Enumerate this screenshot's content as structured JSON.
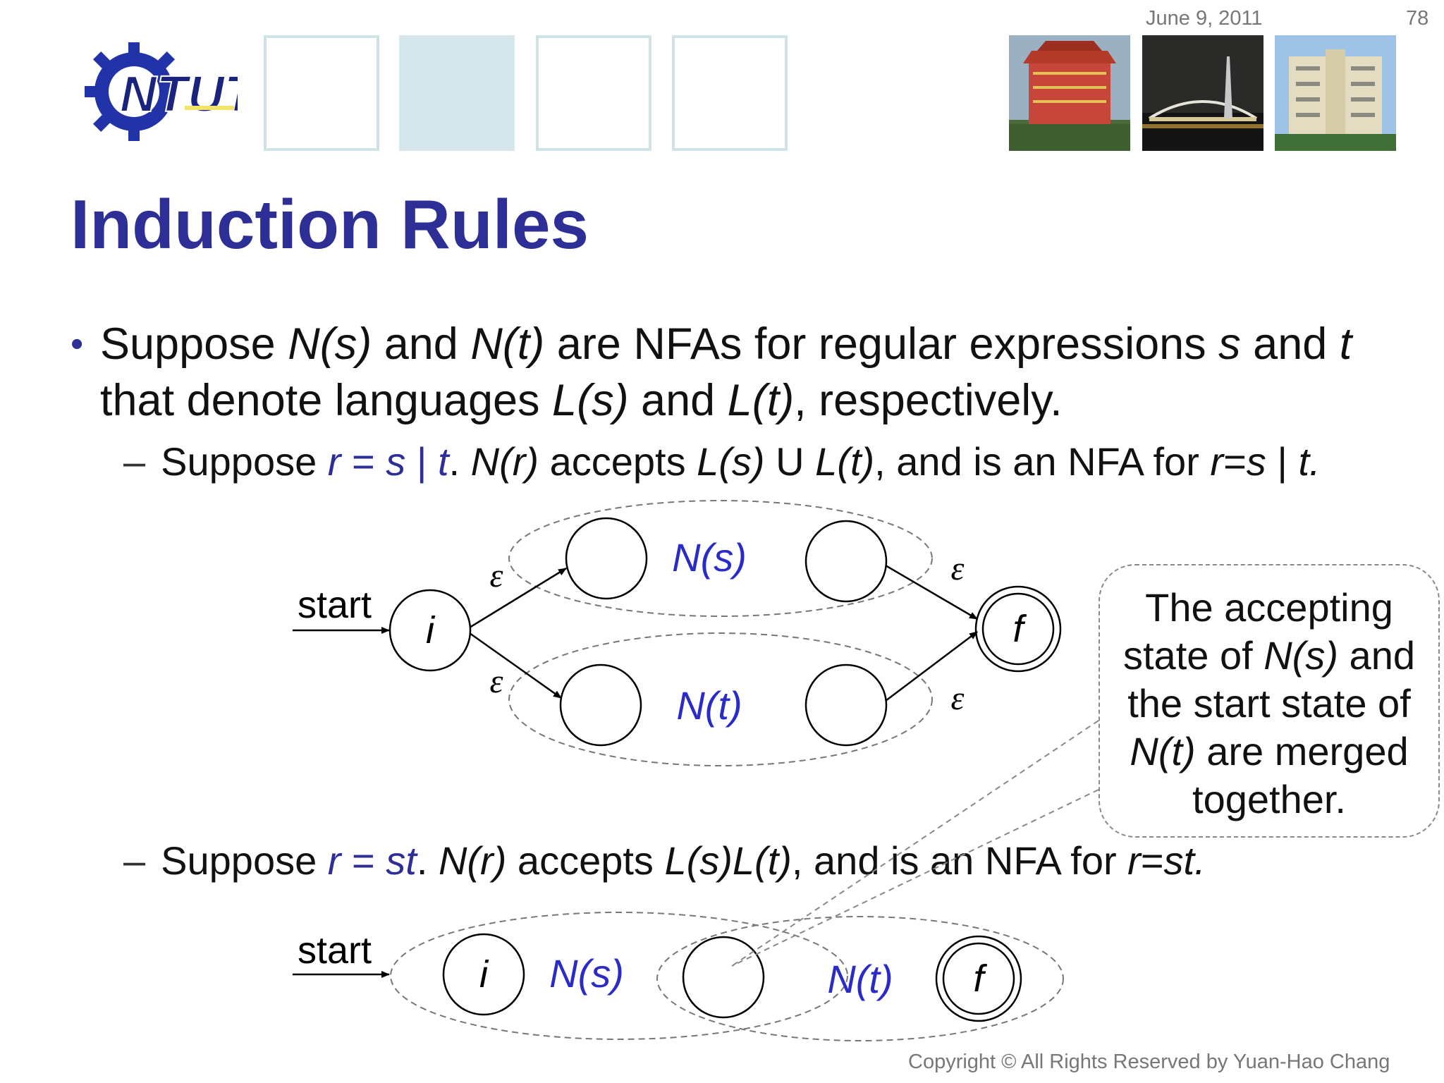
{
  "header": {
    "date": "June 9, 2011",
    "page_number": "78"
  },
  "logo": {
    "text": "NTUT",
    "icon": "gear-icon"
  },
  "title": "Induction Rules",
  "bullet": {
    "parts": [
      {
        "t": "Suppose ",
        "s": "n"
      },
      {
        "t": "N(s)",
        "s": "i"
      },
      {
        "t": " and ",
        "s": "n"
      },
      {
        "t": "N(t)",
        "s": "i"
      },
      {
        "t": " are NFAs for regular expressions ",
        "s": "n"
      },
      {
        "t": "s",
        "s": "i"
      },
      {
        "t": " and ",
        "s": "n"
      },
      {
        "t": "t",
        "s": "i"
      },
      {
        "t": " that denote languages ",
        "s": "n"
      },
      {
        "t": "L(s)",
        "s": "i"
      },
      {
        "t": " and ",
        "s": "n"
      },
      {
        "t": "L(t)",
        "s": "i"
      },
      {
        "t": ", respectively.",
        "s": "n"
      }
    ]
  },
  "sub1": {
    "parts": [
      {
        "t": "Suppose ",
        "s": "n"
      },
      {
        "t": "r",
        "s": "bi"
      },
      {
        "t": " = ",
        "s": "b"
      },
      {
        "t": "s",
        "s": "bi"
      },
      {
        "t": " | ",
        "s": "b"
      },
      {
        "t": "t",
        "s": "bi"
      },
      {
        "t": ". ",
        "s": "n"
      },
      {
        "t": "N(r)",
        "s": "i"
      },
      {
        "t": " accepts ",
        "s": "n"
      },
      {
        "t": "L(s)",
        "s": "i"
      },
      {
        "t": " U ",
        "s": "n"
      },
      {
        "t": "L(t)",
        "s": "i"
      },
      {
        "t": ", and is an NFA for ",
        "s": "n"
      },
      {
        "t": "r",
        "s": "i"
      },
      {
        "t": "=",
        "s": "n"
      },
      {
        "t": "s",
        "s": "i"
      },
      {
        "t": " | ",
        "s": "n"
      },
      {
        "t": "t.",
        "s": "i"
      }
    ]
  },
  "sub2": {
    "parts": [
      {
        "t": "Suppose ",
        "s": "n"
      },
      {
        "t": "r",
        "s": "bi"
      },
      {
        "t": " = ",
        "s": "b"
      },
      {
        "t": "st",
        "s": "bi"
      },
      {
        "t": ". ",
        "s": "n"
      },
      {
        "t": "N(r)",
        "s": "i"
      },
      {
        "t": " accepts ",
        "s": "n"
      },
      {
        "t": "L(s)L(t)",
        "s": "i"
      },
      {
        "t": ", and is an NFA for ",
        "s": "n"
      },
      {
        "t": "r",
        "s": "i"
      },
      {
        "t": "=",
        "s": "n"
      },
      {
        "t": "st.",
        "s": "i"
      }
    ]
  },
  "union_diagram": {
    "start_label": "start",
    "start_state": "i",
    "final_state": "f",
    "ns_label": "N(s)",
    "nt_label": "N(t)",
    "epsilon": "ε"
  },
  "concat_diagram": {
    "start_label": "start",
    "start_state": "i",
    "final_state": "f",
    "ns_label": "N(s)",
    "nt_label": "N(t)"
  },
  "callout": {
    "lines": [
      [
        {
          "t": "The accepting",
          "s": "n"
        }
      ],
      [
        {
          "t": "state of ",
          "s": "n"
        },
        {
          "t": "N(s)",
          "s": "i"
        },
        {
          "t": " and",
          "s": "n"
        }
      ],
      [
        {
          "t": "the start state of",
          "s": "n"
        }
      ],
      [
        {
          "t": "N(t)",
          "s": "i"
        },
        {
          "t": " are merged",
          "s": "n"
        }
      ],
      [
        {
          "t": "together.",
          "s": "n"
        }
      ]
    ]
  },
  "copyright": "Copyright © All Rights Reserved by Yuan-Hao Chang",
  "colors": {
    "title": "#2e2f96",
    "blue_text": "#2e2f96",
    "diagram_label": "#2b2bc8",
    "deco": "#d6e7eb"
  }
}
